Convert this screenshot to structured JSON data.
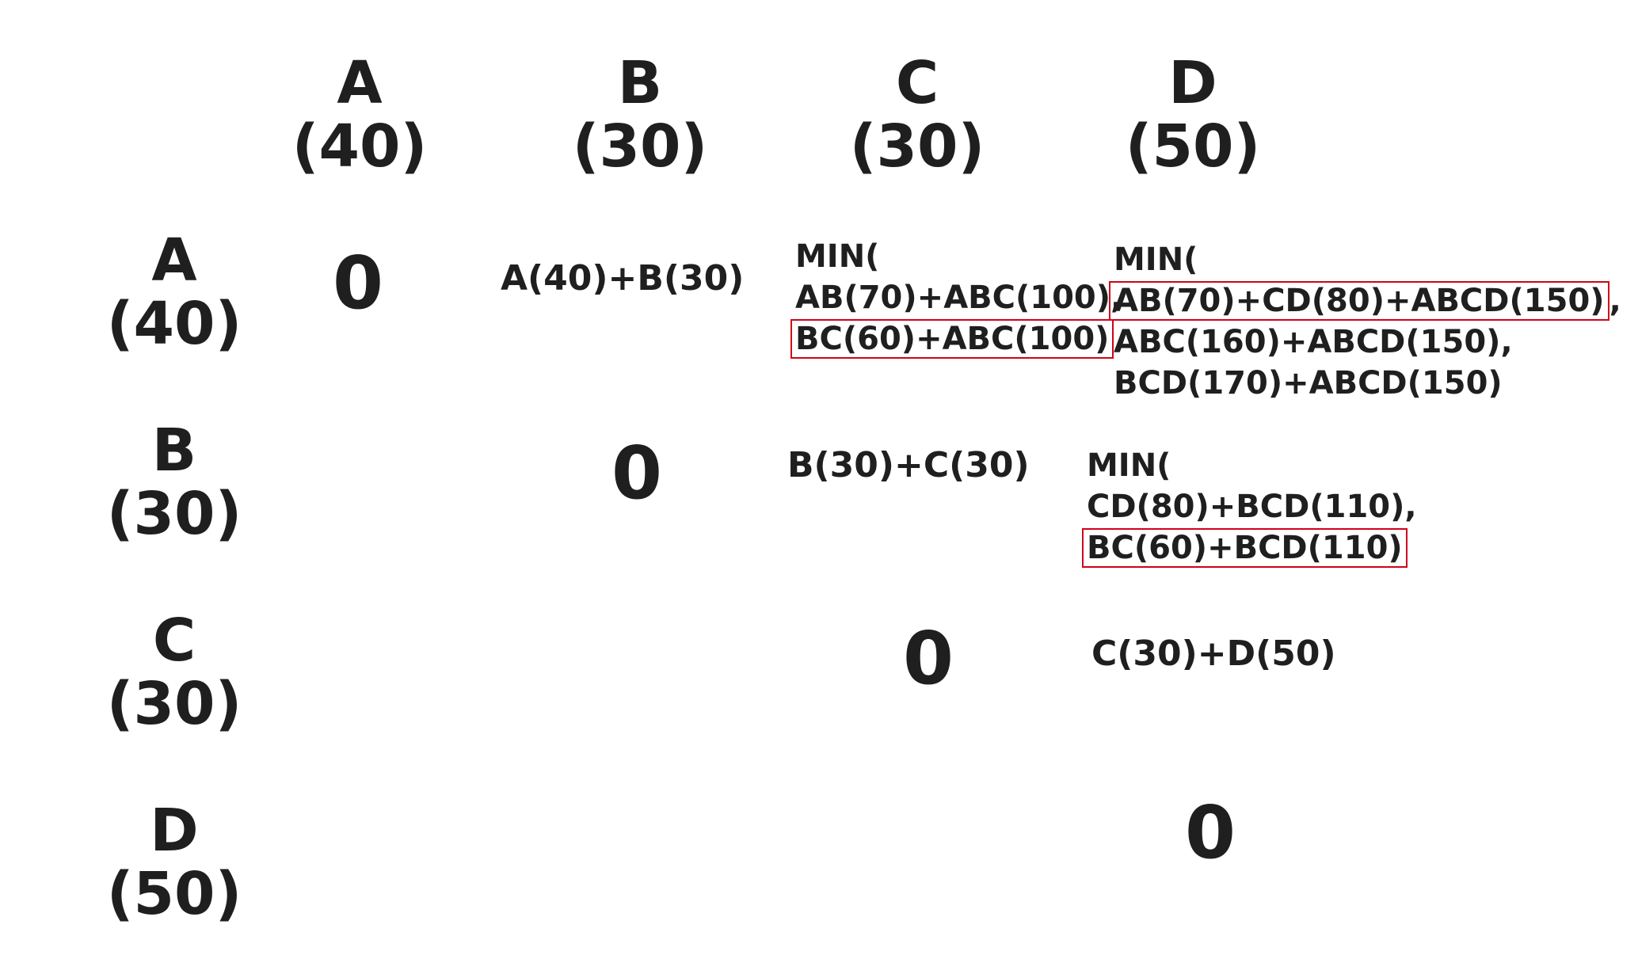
{
  "columns": [
    {
      "letter": "A",
      "value": "(40)"
    },
    {
      "letter": "B",
      "value": "(30)"
    },
    {
      "letter": "C",
      "value": "(30)"
    },
    {
      "letter": "D",
      "value": "(50)"
    }
  ],
  "rows": [
    {
      "letter": "A",
      "value": "(40)"
    },
    {
      "letter": "B",
      "value": "(30)"
    },
    {
      "letter": "C",
      "value": "(30)"
    },
    {
      "letter": "D",
      "value": "(50)"
    }
  ],
  "cells": {
    "aa": "0",
    "ab": "A(40)+B(30)",
    "ac": {
      "l1": "MIN(",
      "l2": "AB(70)+ABC(100),",
      "l3": "BC(60)+ABC(100)"
    },
    "ad": {
      "l1": "MIN(",
      "l2": "AB(70)+CD(80)+ABCD(150)",
      "l2_suffix": ",",
      "l3": "ABC(160)+ABCD(150),",
      "l4": "BCD(170)+ABCD(150)"
    },
    "bb": "0",
    "bc": "B(30)+C(30)",
    "bd": {
      "l1": "MIN(",
      "l2": "CD(80)+BCD(110),",
      "l3": "BC(60)+BCD(110)"
    },
    "cc": "0",
    "cd": "C(30)+D(50)",
    "dd": "0"
  },
  "highlight_color": "#d0021b"
}
